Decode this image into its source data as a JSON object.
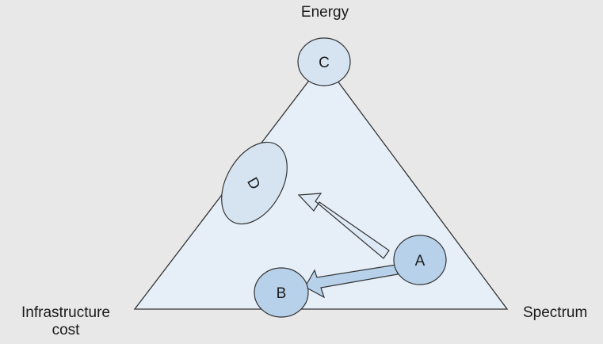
{
  "axes": {
    "top": "Energy",
    "bottom_left": "Infrastructure cost",
    "bottom_right": "Spectrum"
  },
  "nodes": {
    "a": "A",
    "b": "B",
    "c": "C",
    "d": "D"
  },
  "colors": {
    "background": "#e8e8e8",
    "triangle_fill": "#e6eef7",
    "triangle_stroke": "#333333",
    "node_light": "#d6e4f2",
    "node_medium": "#b7d1ea",
    "arrow_light": "#dde9f5",
    "arrow_medium": "#b7d1ea"
  }
}
